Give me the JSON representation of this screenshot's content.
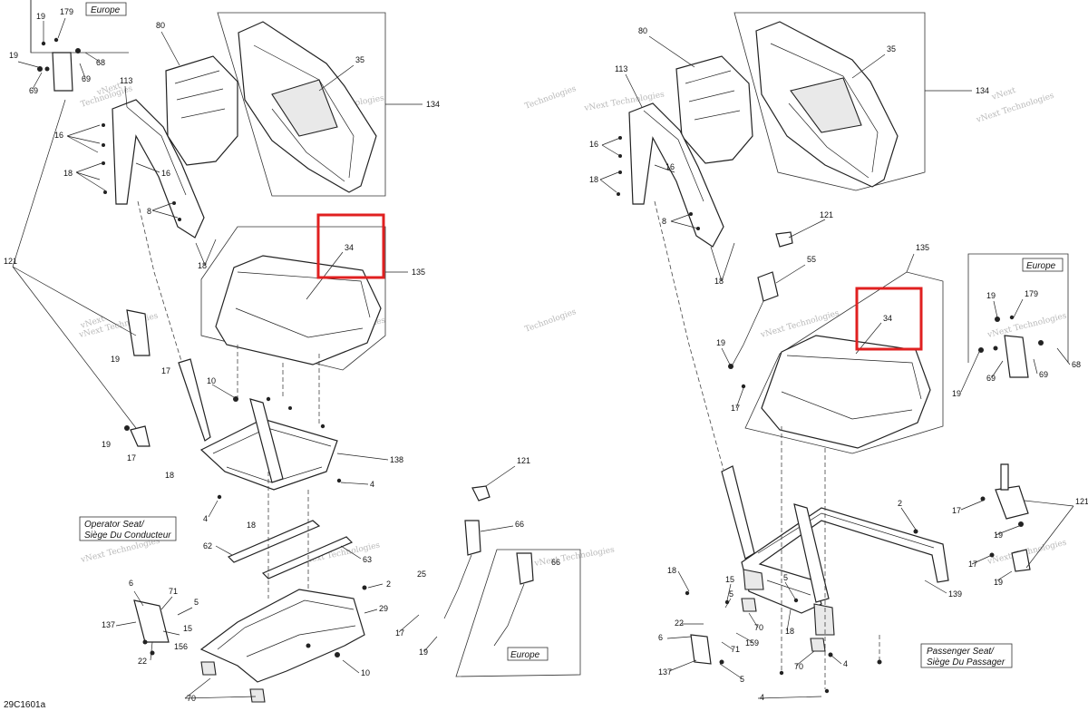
{
  "figure_code": "29C1601a",
  "captions": {
    "europe": "Europe",
    "operator_seat_line1": "Operator Seat/",
    "operator_seat_line2": "Siège Du Conducteur",
    "passenger_seat_line1": "Passenger Seat/",
    "passenger_seat_line2": "Siège Du Passager"
  },
  "watermark": {
    "line1": "vNext",
    "line2": "Technologies",
    "full": "vNext Technologies"
  },
  "highlight_color": "#e02020",
  "callouts": {
    "p2": "2",
    "p4": "4",
    "p5": "5",
    "p6": "6",
    "p8": "8",
    "p10": "10",
    "p15": "15",
    "p16": "16",
    "p17": "17",
    "p18": "18",
    "p19": "19",
    "p22": "22",
    "p25": "25",
    "p29": "29",
    "p34": "34",
    "p35": "35",
    "p55": "55",
    "p62": "62",
    "p63": "63",
    "p66": "66",
    "p68": "68",
    "p69": "69",
    "p70": "70",
    "p71": "71",
    "p80": "80",
    "p113": "113",
    "p121": "121",
    "p134": "134",
    "p135": "135",
    "p137": "137",
    "p138": "138",
    "p139": "139",
    "p156": "156",
    "p159": "159",
    "p179": "179"
  }
}
